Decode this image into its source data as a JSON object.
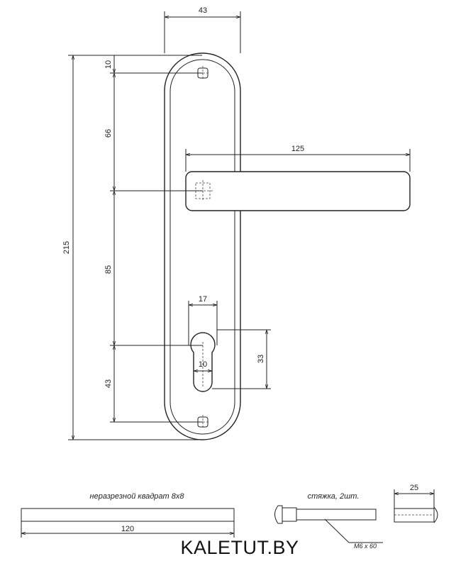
{
  "dimensions": {
    "plate_width": "43",
    "handle_length": "125",
    "total_height": "215",
    "top_offset": "10",
    "spindle_distance": "66",
    "spindle_to_cylinder": "85",
    "cylinder_to_bottom": "43",
    "cylinder_width": "17",
    "cylinder_slot_width": "10",
    "cylinder_height": "33",
    "square_length": "120",
    "tie_length": "25"
  },
  "captions": {
    "square": "неразрезной квадрат 8x8",
    "tie": "стяжка, 2шт.",
    "screw": "М6 x 60"
  },
  "brand": "KALETUT.BY"
}
